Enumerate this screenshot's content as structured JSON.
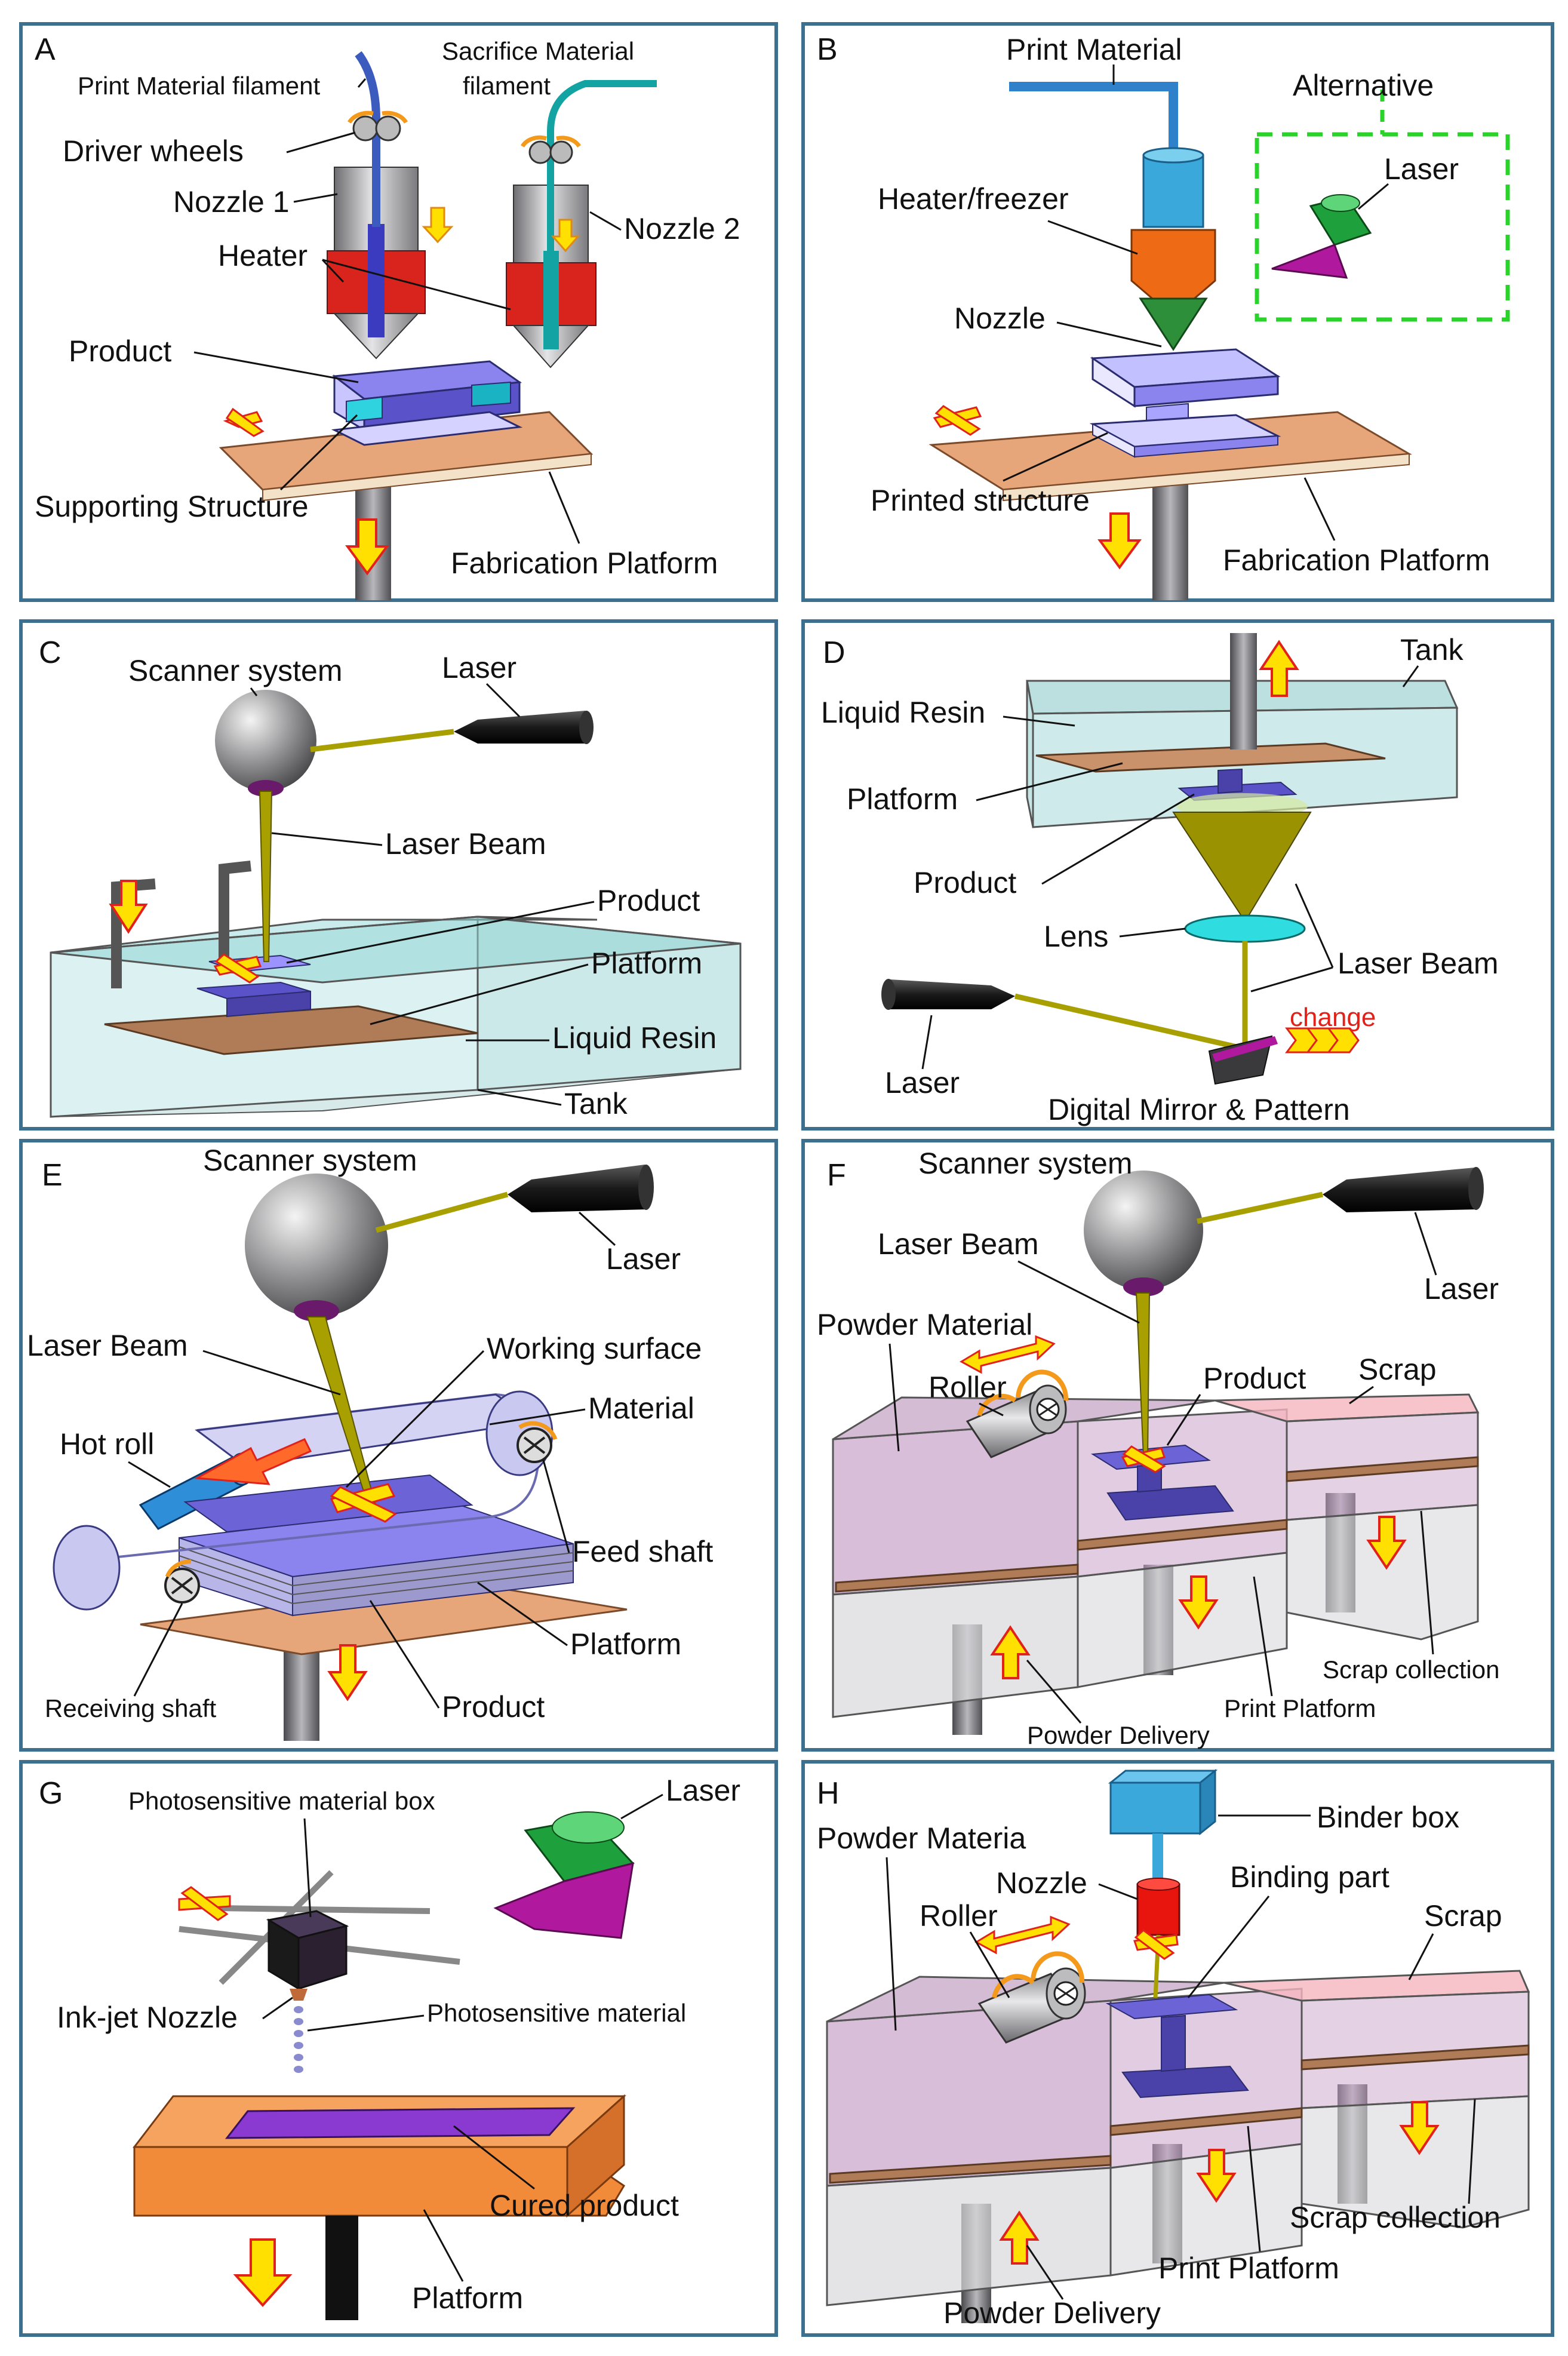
{
  "panels": {
    "A": {
      "letter": "A",
      "labels": {
        "print_filament": "Print Material filament",
        "sacrifice_1": "Sacrifice Material",
        "sacrifice_2": "filament",
        "driver_wheels": "Driver wheels",
        "nozzle1": "Nozzle 1",
        "nozzle2": "Nozzle 2",
        "heater": "Heater",
        "product": "Product",
        "supporting": "Supporting Structure",
        "fab_platform": "Fabrication Platform"
      }
    },
    "B": {
      "letter": "B",
      "labels": {
        "print_material": "Print Material",
        "alternative": "Alternative",
        "laser": "Laser",
        "heater_freezer": "Heater/freezer",
        "nozzle": "Nozzle",
        "printed_structure": "Printed structure",
        "fab_platform": "Fabrication Platform"
      }
    },
    "C": {
      "letter": "C",
      "labels": {
        "scanner": "Scanner system",
        "laser": "Laser",
        "laser_beam": "Laser Beam",
        "product": "Product",
        "platform": "Platform",
        "liquid_resin": "Liquid Resin",
        "tank": "Tank"
      }
    },
    "D": {
      "letter": "D",
      "labels": {
        "tank": "Tank",
        "liquid_resin": "Liquid Resin",
        "platform": "Platform",
        "product": "Product",
        "lens": "Lens",
        "laser_beam": "Laser Beam",
        "change": "change",
        "laser": "Laser",
        "digital_mirror": "Digital Mirror & Pattern"
      }
    },
    "E": {
      "letter": "E",
      "labels": {
        "scanner": "Scanner system",
        "laser": "Laser",
        "laser_beam": "Laser Beam",
        "working_surface": "Working surface",
        "material": "Material",
        "hot_roll": "Hot roll",
        "feed_shaft": "Feed shaft",
        "platform": "Platform",
        "receiving_shaft": "Receiving shaft",
        "product": "Product"
      }
    },
    "F": {
      "letter": "F",
      "labels": {
        "scanner": "Scanner system",
        "laser_beam": "Laser Beam",
        "laser": "Laser",
        "powder_material": "Powder Material",
        "roller": "Roller",
        "product": "Product",
        "scrap": "Scrap",
        "scrap_collection": "Scrap collection",
        "print_platform": "Print Platform",
        "powder_delivery": "Powder Delivery"
      }
    },
    "G": {
      "letter": "G",
      "labels": {
        "photo_box": "Photosensitive material box",
        "laser": "Laser",
        "inkjet": "Ink-jet Nozzle",
        "photo_material": "Photosensitive material",
        "cured_product": "Cured product",
        "platform": "Platform"
      }
    },
    "H": {
      "letter": "H",
      "labels": {
        "binder_box": "Binder box",
        "powder_material": "Powder Materia",
        "nozzle": "Nozzle",
        "binding_part": "Binding part",
        "roller": "Roller",
        "scrap": "Scrap",
        "scrap_collection": "Scrap collection",
        "print_platform": "Print Platform",
        "powder_delivery": "Powder Delivery"
      }
    }
  },
  "colors": {
    "frame": "#3d6f8f",
    "arrow_fill": "#ffe000",
    "arrow_stroke": "#e0221b",
    "product": "#6b63d6",
    "platform": "#e7a57a",
    "nozzle_red": "#d8241d",
    "nozzle_steel": "#a9a9ad",
    "beam": "#a8a000",
    "laser_body": "#1a1a1a",
    "scanner": "#8c8c8c",
    "filament_blue": "#3b5bbf",
    "filament_cyan": "#14a3a3",
    "tank_glass": "#bfe3e3",
    "powder": "#c9a3c9",
    "scrap_pink": "#f5b5bf",
    "green_dash": "#2ad32a",
    "laser_head_green": "#1ea13c",
    "laser_head_magenta": "#b0189e",
    "binder_blue": "#3ba8dc",
    "orange_heater": "#ee6a14",
    "cure_orange": "#f18b3a",
    "cure_purple": "#8a3ad0"
  }
}
